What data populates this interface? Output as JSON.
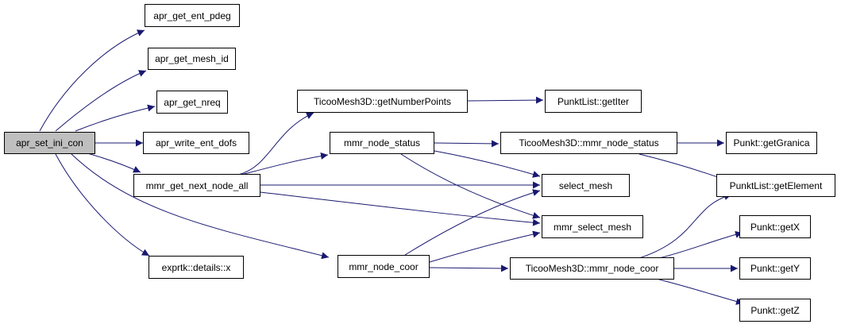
{
  "colors": {
    "edge": "#191970",
    "root_fill": "#bfbfbf",
    "node_fill": "#ffffff",
    "border": "#000000"
  },
  "nodes": {
    "apr_set_ini_con": "apr_set_ini_con",
    "apr_get_ent_pdeg": "apr_get_ent_pdeg",
    "apr_get_mesh_id": "apr_get_mesh_id",
    "apr_get_nreq": "apr_get_nreq",
    "apr_write_ent_dofs": "apr_write_ent_dofs",
    "mmr_get_next_node_all": "mmr_get_next_node_all",
    "exprtk_details_x": "exprtk::details::x",
    "mmr_node_status": "mmr_node_status",
    "mmr_node_coor": "mmr_node_coor",
    "ticoo_get_number_points": "TicooMesh3D::getNumberPoints",
    "ticoo_mmr_node_status": "TicooMesh3D::mmr_node_status",
    "ticoo_mmr_node_coor": "TicooMesh3D::mmr_node_coor",
    "select_mesh": "select_mesh",
    "mmr_select_mesh": "mmr_select_mesh",
    "punktlist_getiter": "PunktList::getIter",
    "punkt_getgranica": "Punkt::getGranica",
    "punktlist_getelement": "PunktList::getElement",
    "punkt_getx": "Punkt::getX",
    "punkt_gety": "Punkt::getY",
    "punkt_getz": "Punkt::getZ"
  }
}
